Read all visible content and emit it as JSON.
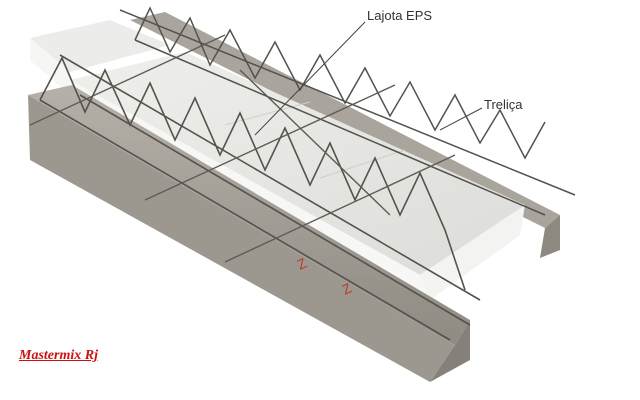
{
  "labels": {
    "eps": "Lajota EPS",
    "trelica": "Treliça"
  },
  "watermark": "Mastermix Rj",
  "colors": {
    "concrete": "#a8a49c",
    "concrete_dark": "#8b877f",
    "eps_top": "#e6e6e3",
    "eps_side": "#f4f4f2",
    "steel": "#55524e",
    "label_text": "#333333",
    "watermark": "#cc1111"
  }
}
